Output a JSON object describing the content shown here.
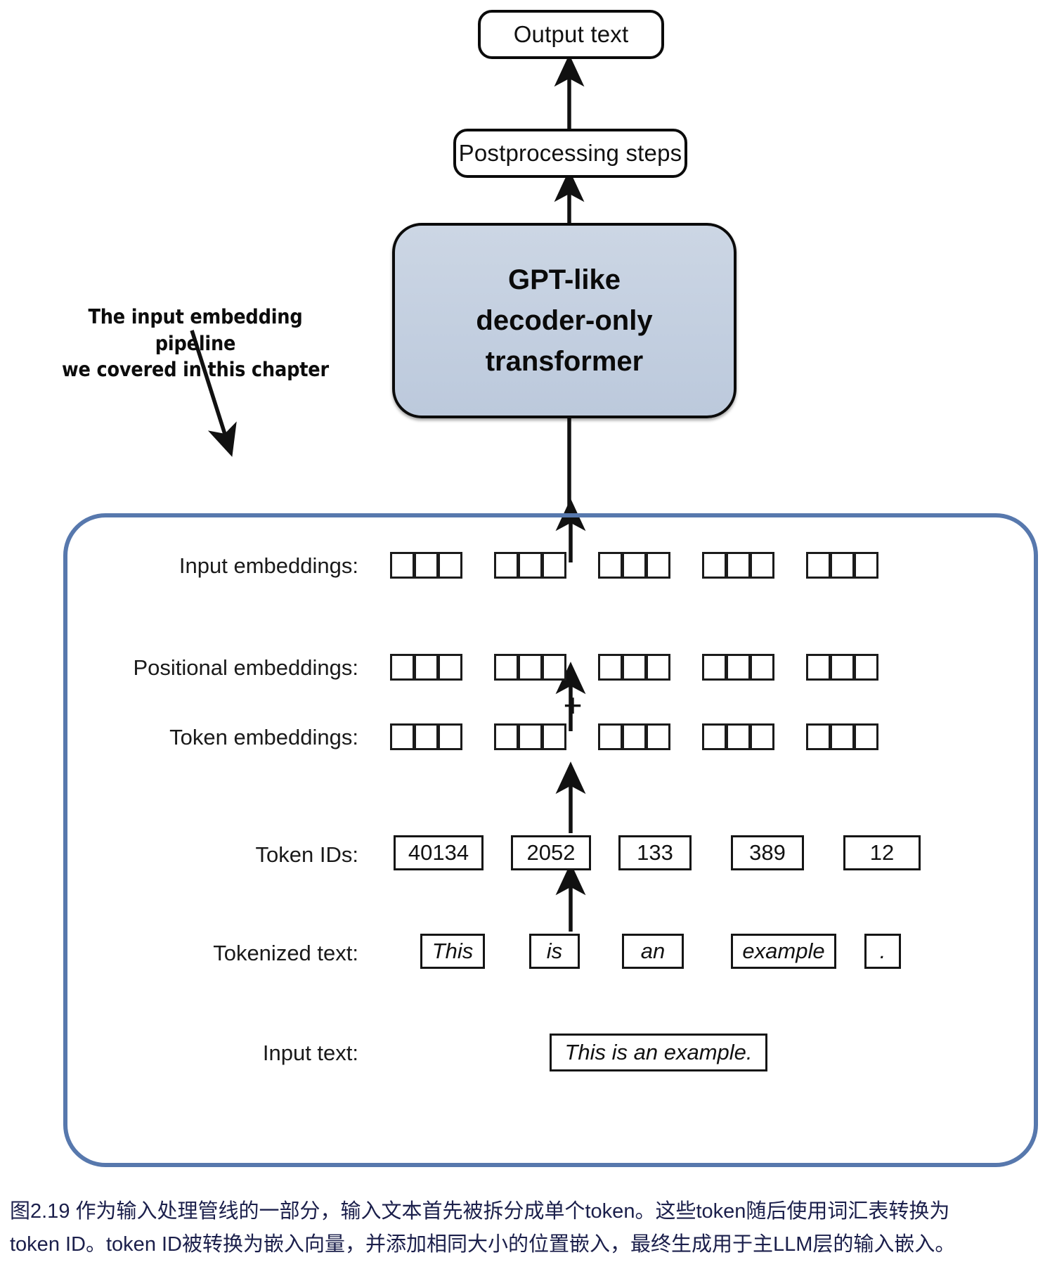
{
  "figure": {
    "title_block": "GPT-like\ndecoder-only\ntransformer",
    "gpt_lines": [
      "GPT-like",
      "decoder-only",
      "transformer"
    ],
    "output_box": "Output text",
    "postprocessing_box": "Postprocessing steps",
    "annotation_lines": [
      "The input embedding pipeline",
      "we covered in this chapter"
    ],
    "plus_symbol": "+"
  },
  "rows": {
    "input_embeddings": {
      "label": "Input embeddings:",
      "groups": 5,
      "cells_per_group": 3
    },
    "positional_embeddings": {
      "label": "Positional embeddings:",
      "groups": 5,
      "cells_per_group": 3
    },
    "token_embeddings": {
      "label": "Token embeddings:",
      "groups": 5,
      "cells_per_group": 3
    },
    "token_ids": {
      "label": "Token IDs:",
      "values": [
        "40134",
        "2052",
        "133",
        "389",
        "12"
      ]
    },
    "tokenized_text": {
      "label": "Tokenized text:",
      "values": [
        "This",
        "is",
        "an",
        "example",
        "."
      ]
    },
    "input_text": {
      "label": "Input text:",
      "value": "This is an example."
    }
  },
  "caption": {
    "line1": "图2.19 作为输入处理管线的一部分，输入文本首先被拆分成单个token。这些token随后使用词汇表转换为",
    "line2": "token ID。token ID被转换为嵌入向量，并添加相同大小的位置嵌入，最终生成用于主LLM层的输入嵌入。"
  },
  "colors": {
    "gpt_block_fill": "#c5d0e0",
    "container_border": "#5778ad",
    "stroke": "#111111",
    "caption_text": "#1b1f4b",
    "page_background": "#ffffff"
  }
}
